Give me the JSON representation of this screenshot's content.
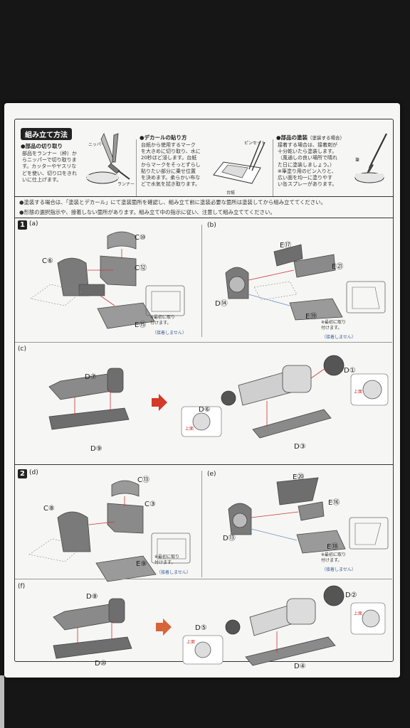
{
  "header": {
    "title": "組み立て方法",
    "cutting": {
      "heading": "●部品の切り取り",
      "lines": [
        "部品をランナー（枠）か",
        "らニッパーで切り取りま",
        "す。カッターやヤスリな",
        "どを使い、切り口をきれ",
        "いに仕上げます。"
      ],
      "labels": {
        "nipper": "ニッパー",
        "runner": "ランナー"
      }
    },
    "decal": {
      "heading": "●デカールの貼り方",
      "lines": [
        "台紙から使用するマーク",
        "を大きめに切り取り、水に",
        "20秒ほど浸します。台紙",
        "からマークをそっとずらし",
        "貼りたい部分に乗せ位置",
        "を決めます。柔らかい布な",
        "どで水気を拭き取ります。"
      ],
      "labels": {
        "tweezers": "ピンセット",
        "backing": "台紙"
      }
    },
    "painting": {
      "heading": "●部品の塗装",
      "heading_note": "（塗装する場合）",
      "lines": [
        "接着する場合は、接着剤が",
        "十分乾いたら塗装します。",
        "（風通しの良い場所で晴れ",
        "た日に塗装しましょう。）",
        "※筆塗り用のビン入りと、",
        "広い面を均一に塗りやす",
        "い缶スプレーがあります。"
      ],
      "labels": {
        "brush": "筆"
      }
    }
  },
  "notes": [
    "●塗装する場合は、「塗装とデカール」にて塗装箇所を確認し、組み立て前に塗装必要な箇所は塗装してから組み立ててください。",
    "●形態の選択指示や、接着しない箇所があります。組み立て中の指示に従い、注意して組み立ててください。"
  ],
  "steps": [
    {
      "number": "1",
      "panels": [
        {
          "id": "(a)",
          "parts": [
            "C⑩",
            "C⑫",
            "C⑥",
            "E⑮"
          ],
          "note": [
            "※最初に取り",
            "付けます。"
          ],
          "note2": "（接着しません）"
        },
        {
          "id": "(b)",
          "parts": [
            "E⑰",
            "E㉑",
            "D⑭",
            "E⑲"
          ],
          "note": [
            "※最初に取り",
            "付けます。"
          ],
          "note2": "（接着しません）"
        },
        {
          "id": "(c)",
          "parts": [
            "D⑦",
            "D⑨",
            "D⑥",
            "D①",
            "D③"
          ],
          "top_label": "上面"
        }
      ]
    },
    {
      "number": "2",
      "panels": [
        {
          "id": "(d)",
          "parts": [
            "C⑬",
            "C③",
            "C⑧",
            "E⑨"
          ],
          "note": [
            "※最初に取り",
            "付けます。"
          ],
          "note2": "（接着しません）"
        },
        {
          "id": "(e)",
          "parts": [
            "E⑳",
            "E⑯",
            "D⑬",
            "E⑱"
          ],
          "note": [
            "※最初に取り",
            "付けます。"
          ],
          "note2": "（接着しません）"
        },
        {
          "id": "(f)",
          "parts": [
            "D⑧",
            "D⑩",
            "D⑤",
            "D②",
            "D④"
          ],
          "top_label": "上面"
        }
      ]
    }
  ],
  "colors": {
    "arrow": "#d23a2a",
    "part_dark": "#6e6e6e",
    "part_mid": "#9a9a9a",
    "part_light": "#c8c8c8",
    "blue_note": "#3b5f9a"
  }
}
